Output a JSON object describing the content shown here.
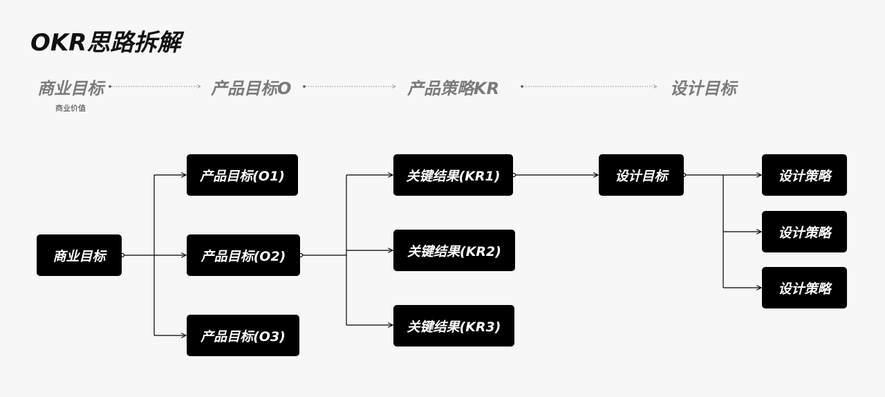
{
  "title": "OKR思路拆解",
  "stages": {
    "business": "商业目标",
    "business_sub": "商业价值",
    "product_goal": "产品目标O",
    "product_strategy": "产品策略KR",
    "design_goal": "设计目标"
  },
  "nodes": {
    "business_goal": "商业目标",
    "product_o1": "产品目标(O1)",
    "product_o2": "产品目标(O2)",
    "product_o3": "产品目标(O3)",
    "kr1": "关键结果(KR1)",
    "kr2": "关键结果(KR2)",
    "kr3": "关键结果(KR3)",
    "design_goal": "设计目标",
    "design_strategy_1": "设计策略",
    "design_strategy_2": "设计策略",
    "design_strategy_3": "设计策略"
  }
}
